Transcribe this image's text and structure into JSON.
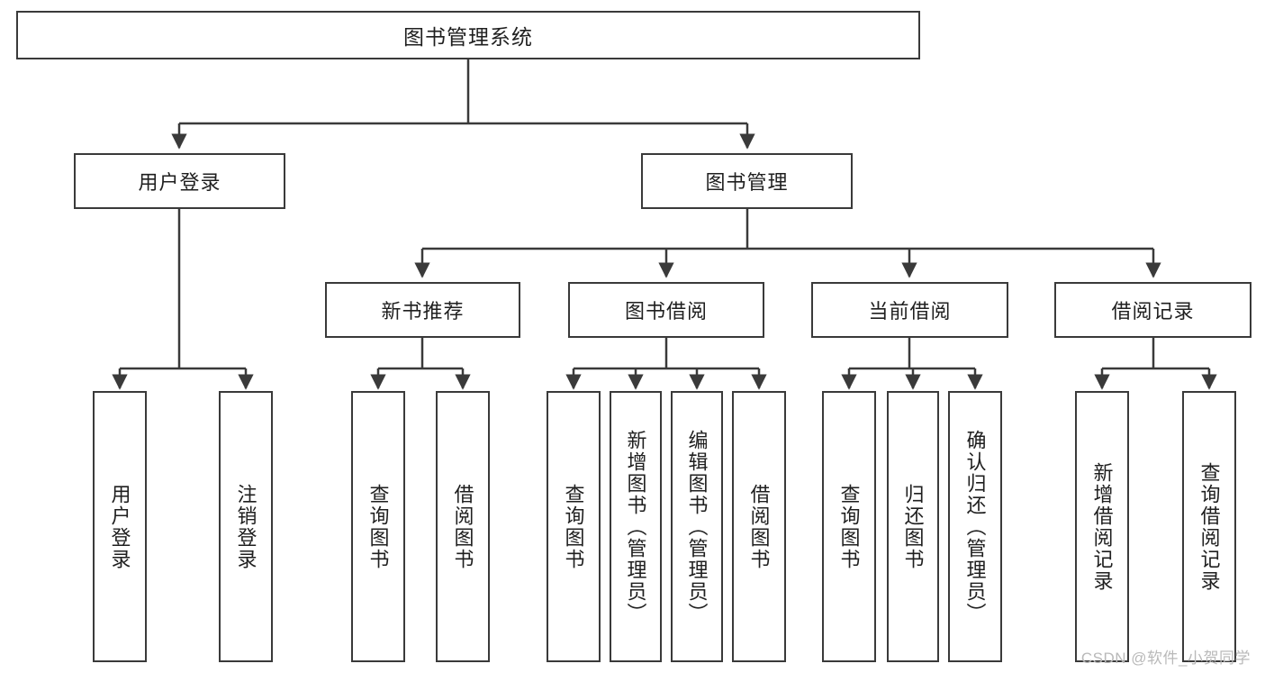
{
  "diagram": {
    "title": "图书管理系统",
    "watermark": "CSDN @软件_小贺同学",
    "stroke_color": "#3a3a3a",
    "fill_color": "#ffffff",
    "text_color": "#1f1f1f",
    "watermark_color": "#b9b9b9"
  },
  "nodes": {
    "root": "图书管理系统",
    "level2": {
      "user_login": "用户登录",
      "book_manage": "图书管理"
    },
    "level3": {
      "new_book_recommend": "新书推荐",
      "book_borrow": "图书借阅",
      "current_borrow": "当前借阅",
      "borrow_record": "借阅记录"
    },
    "leaves": {
      "user_login_1": "用户登录",
      "user_login_2": "注销登录",
      "recommend_1": "查询图书",
      "recommend_2": "借阅图书",
      "borrow_1": "查询图书",
      "borrow_2": "新增图书（管理员）",
      "borrow_3": "编辑图书（管理员）",
      "borrow_4": "借阅图书",
      "current_1": "查询图书",
      "current_2": "归还图书",
      "current_3": "确认归还（管理员）",
      "record_1": "新增借阅记录",
      "record_2": "查询借阅记录"
    }
  }
}
